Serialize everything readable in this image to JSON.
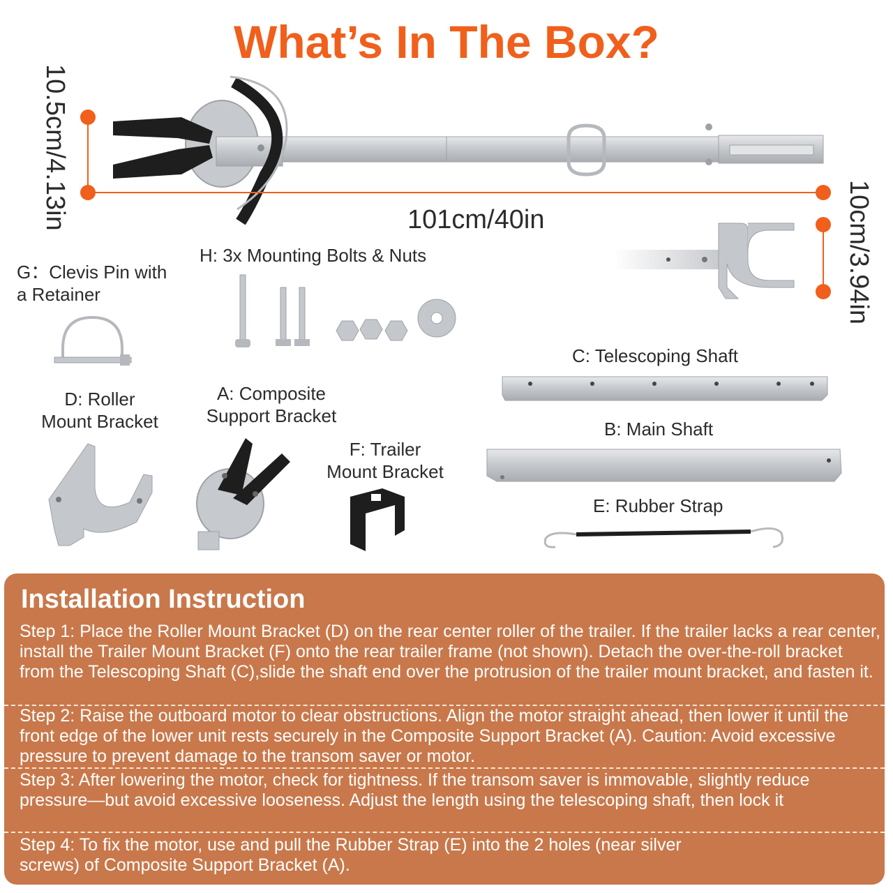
{
  "title": "What’s In The Box?",
  "colors": {
    "title": "#f0601c",
    "accent_dot": "#f0601c",
    "panel_bg": "#c9784b",
    "panel_text": "#ffffff",
    "metal": "#c8cbcf",
    "black_part": "#1e1e1e"
  },
  "dimensions": {
    "height": "10.5cm/4.13in",
    "length": "101cm/40in",
    "bracket_height": "10cm/3.94in"
  },
  "parts": {
    "g": "G：Clevis Pin with\na Retainer",
    "h": "H: 3x Mounting Bolts & Nuts",
    "c": "C: Telescoping Shaft",
    "b": "B: Main Shaft",
    "e": "E: Rubber Strap",
    "d": "D: Roller\nMount Bracket",
    "a": "A: Composite\nSupport Bracket",
    "f": "F: Trailer\nMount Bracket"
  },
  "instructions": {
    "title": "Installation Instruction",
    "steps": [
      "Step 1: Place the Roller Mount Bracket (D) on the rear center roller of the trailer. If the trailer lacks a rear center, install the Trailer Mount Bracket (F) onto the rear trailer frame (not shown). Detach the over-the-roll bracket from the Telescoping Shaft (C),slide the shaft end over the protrusion of the trailer mount bracket, and fasten it.",
      "Step 2: Raise the outboard motor to clear obstructions. Align the motor straight ahead, then lower it until the front edge of the lower unit rests securely in the Composite Support Bracket (A). Caution: Avoid excessive pressure to prevent damage to the transom saver or motor.",
      "Step 3: After lowering the motor, check for tightness. If the transom saver is immovable, slightly reduce pressure—but avoid excessive looseness. Adjust the length using the telescoping shaft, then lock it",
      "Step 4: To fix the motor, use and pull the Rubber Strap (E) into the 2 holes (near silver screws) of Composite Support Bracket (A)."
    ]
  }
}
